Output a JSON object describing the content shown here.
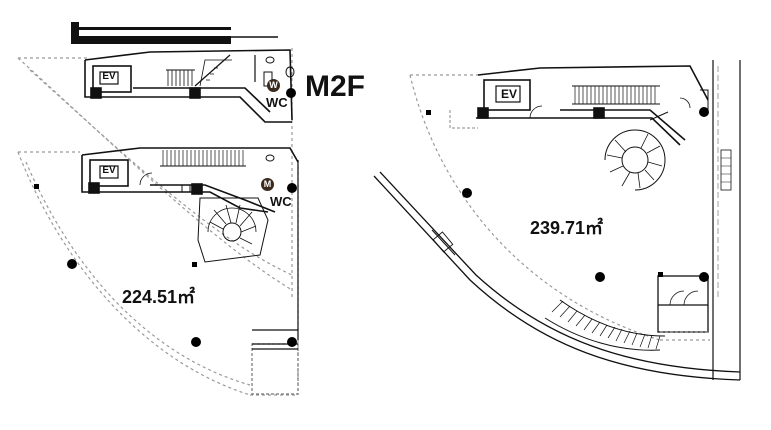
{
  "floor_plan": {
    "floor_label": "M2F",
    "left_area": "224.51㎡",
    "right_area": "239.71㎡",
    "elevator_label": "EV",
    "restroom_label": "WC",
    "womens_symbol": "W",
    "mens_symbol": "M",
    "colors": {
      "wall": "#111111",
      "dashed_boundary": "#9a9a9a",
      "column": "#000000",
      "restroom_badge": "#3a2a1e"
    }
  }
}
